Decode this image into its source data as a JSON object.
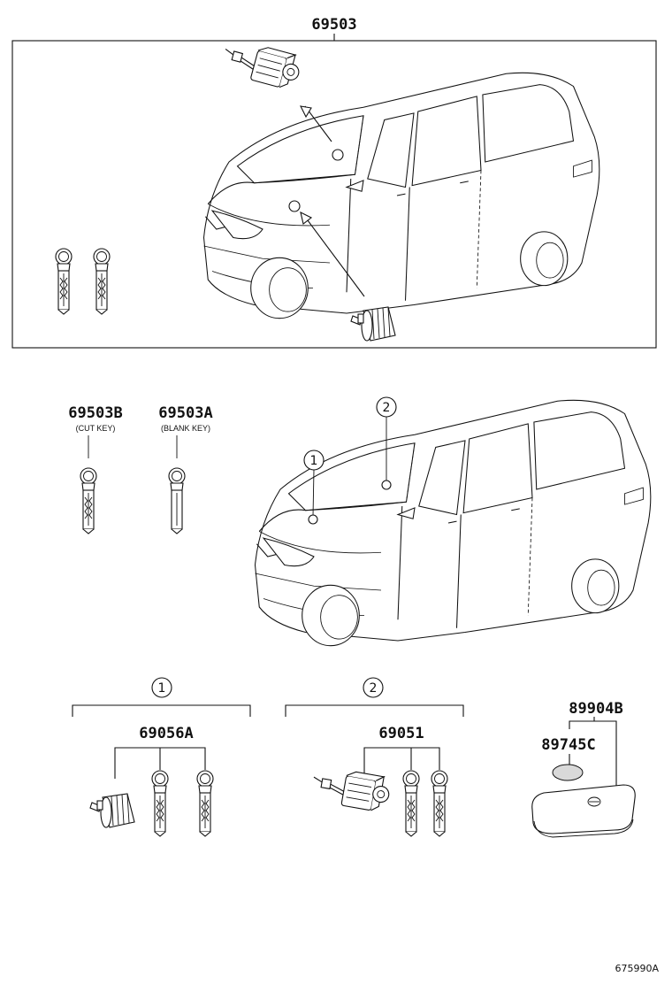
{
  "labels": {
    "main_assembly": "69503",
    "cut_key": "69503B",
    "cut_key_sub": "(CUT KEY)",
    "blank_key": "69503A",
    "blank_key_sub": "(BLANK KEY)",
    "group1_part": "69056A",
    "group2_part": "69051",
    "transmitter": "89904B",
    "battery": "89745C",
    "callout_1": "1",
    "callout_2": "2",
    "reference": "675990A"
  }
}
